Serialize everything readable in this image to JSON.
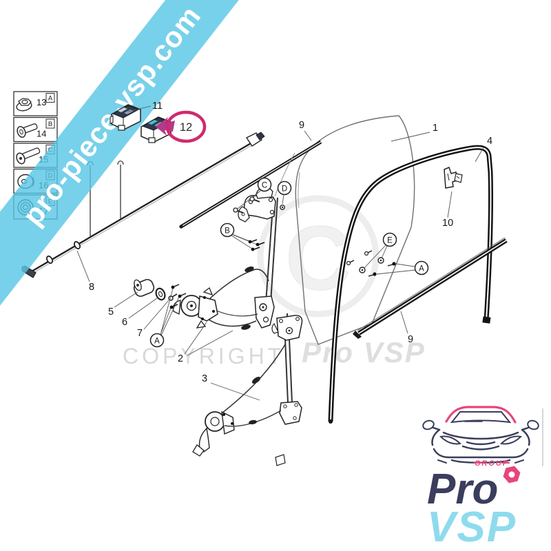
{
  "banner": {
    "text": "pro-piece-vsp.com"
  },
  "legend": {
    "rows": [
      {
        "number": "13",
        "letter": "A",
        "icon": "flange-nut"
      },
      {
        "number": "14",
        "letter": "B",
        "icon": "flange-bolt"
      },
      {
        "number": "15",
        "letter": "C",
        "icon": "machine-screw"
      },
      {
        "number": "16",
        "letter": "D",
        "icon": "washer-roller"
      },
      {
        "number": "17",
        "letter": "E",
        "icon": "cable-pulley"
      }
    ]
  },
  "diagram": {
    "labels": {
      "p1": "1",
      "p2": "2",
      "p3": "3",
      "p4": "4",
      "p5": "5",
      "p6": "6",
      "p7": "7",
      "p8": "8",
      "p9_top": "9",
      "p9_bottom": "9",
      "p10": "10",
      "p11": "11",
      "p12": "12"
    },
    "refs": {
      "a_left": "A",
      "a_right": "A",
      "b": "B",
      "c": "C",
      "d": "D",
      "e": "E"
    },
    "highlighted_part": "12"
  },
  "watermark": {
    "copyright": "COPYRIGHT",
    "brand": "Pro VSP",
    "symbol": "C"
  },
  "logo": {
    "group": "GROUP",
    "pro": "Pro",
    "vsp": "VSP"
  },
  "colors": {
    "banner": "#6ecbe3",
    "highlight": "#cf2a6e",
    "logo_navy": "#3a3d5c",
    "logo_pink": "#e8457c",
    "logo_blue": "#8edbed"
  }
}
